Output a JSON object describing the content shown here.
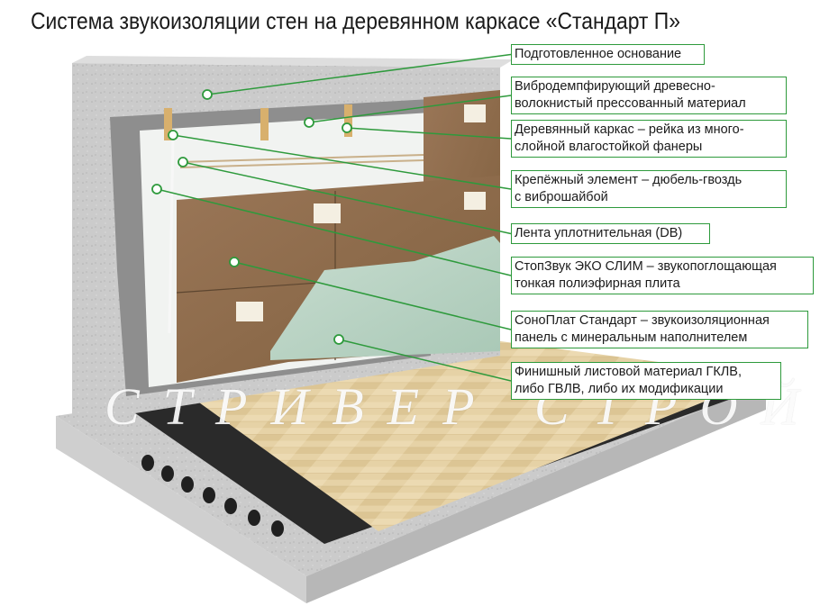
{
  "title": "Система звукоизоляции стен на деревянном каркасе «Стандарт П»",
  "labels": [
    {
      "lines": [
        "Подготовленное основание"
      ]
    },
    {
      "lines": [
        "Вибродемпфирующий древесно-",
        "волокнистый прессованный материал"
      ]
    },
    {
      "lines": [
        "Деревянный каркас – рейка из много-",
        "слойной влагостойкой фанеры"
      ]
    },
    {
      "lines": [
        "Крепёжный элемент – дюбель-гвоздь",
        "с виброшайбой"
      ]
    },
    {
      "lines": [
        "Лента уплотнительная (DB)"
      ]
    },
    {
      "lines": [
        "СтопЗвук ЭКО СЛИМ – звукопоглощающая",
        "тонкая полиэфирная плита"
      ]
    },
    {
      "lines": [
        "СоноПлат Стандарт – звукоизоляционная",
        "панель с минеральным наполнителем"
      ]
    },
    {
      "lines": [
        "Финишный листовой материал ГКЛВ,",
        "либо ГВЛВ, либо их модификации"
      ]
    }
  ],
  "watermark": "СТРИВЕР СТРОЙ",
  "colors": {
    "leader": "#2e9a3c",
    "concrete": "#c9c9c9",
    "felt": "#8c8c8c",
    "panel": "#8d6a4d",
    "finish": "#b8d3c4",
    "floor": "#e3cfa3"
  }
}
